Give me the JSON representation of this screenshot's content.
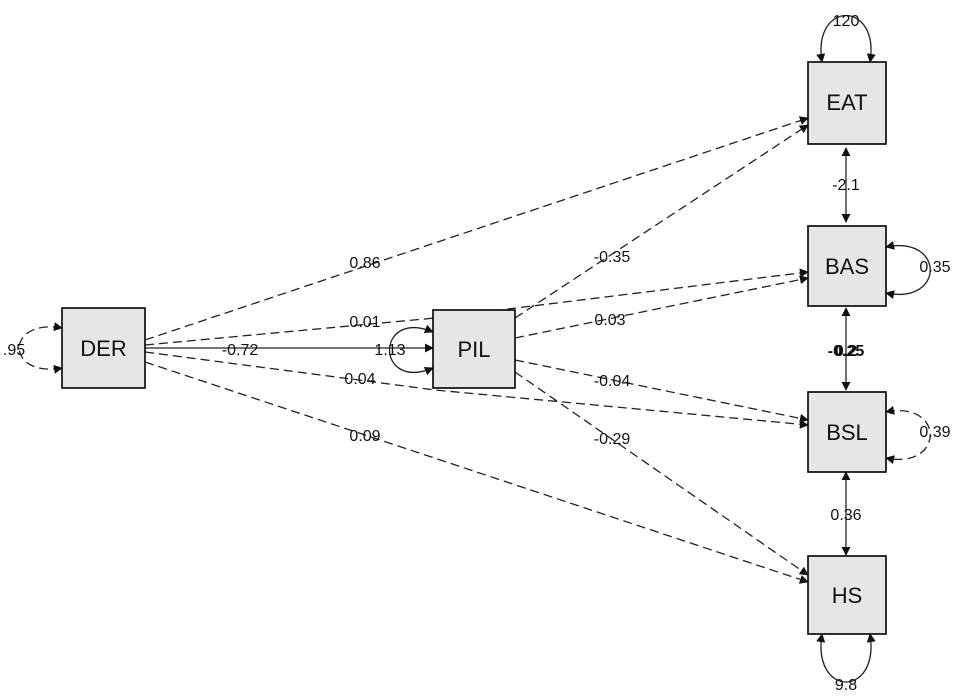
{
  "nodes": {
    "der": {
      "label": "DER"
    },
    "pil": {
      "label": "PIL"
    },
    "eat": {
      "label": "EAT"
    },
    "bas": {
      "label": "BAS"
    },
    "bsl": {
      "label": "BSL"
    },
    "hs": {
      "label": "HS"
    }
  },
  "variances": {
    "der": ".95",
    "pil": "1.13",
    "eat": "120",
    "bas": "0.35",
    "bsl": "0.39",
    "hs": "9.8"
  },
  "paths": {
    "der_eat": "0.86",
    "der_bas": "0.01",
    "der_pil": "-0.72",
    "der_bsl": "0.04",
    "der_hs": "0.09",
    "pil_eat": "-0.35",
    "pil_bas": "0.03",
    "pil_bsl": "-0.04",
    "pil_hs": "-0.29"
  },
  "covariances": {
    "eat_bas": "-2.1",
    "bas_bsl_a": "-0.25",
    "bas_bsl_b": "0.2",
    "bsl_hs": "0.36"
  }
}
